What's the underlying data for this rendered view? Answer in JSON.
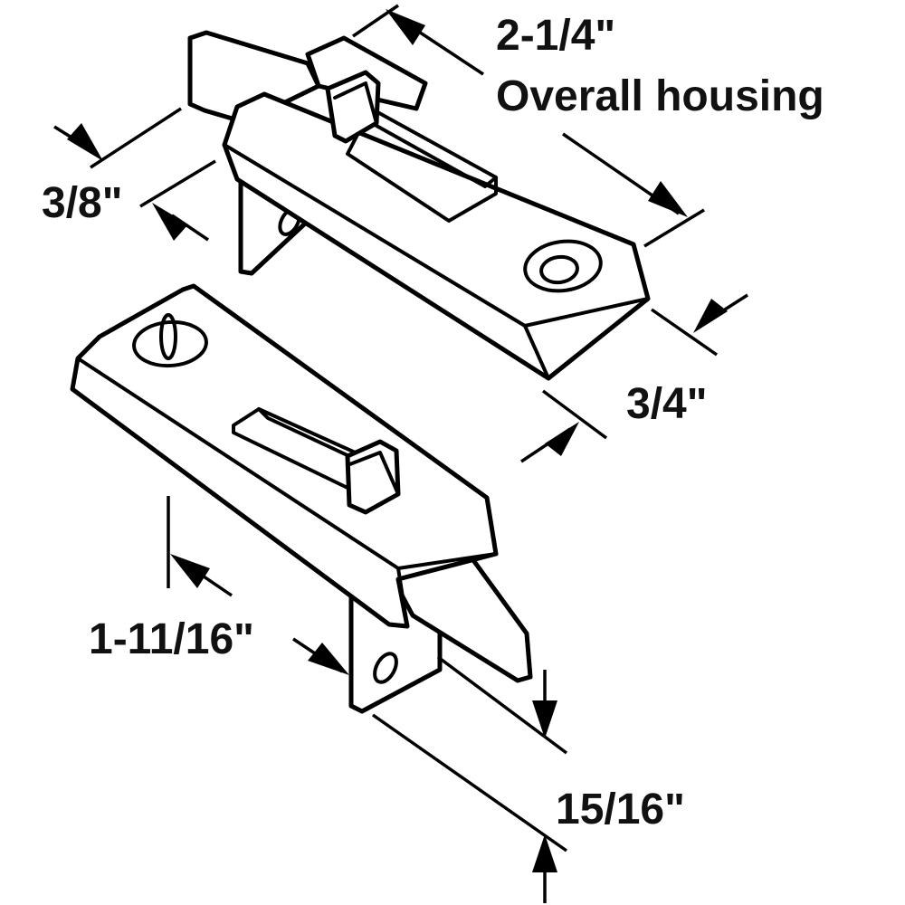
{
  "figure": {
    "colors": {
      "line": "#000000",
      "fill": "#ffffff",
      "text": "#111111"
    },
    "parts": [
      {
        "name": "upper-latch",
        "hardware": "window sash latch housing with slide tab"
      },
      {
        "name": "lower-latch",
        "hardware": "window sash latch housing with slide tab"
      }
    ]
  },
  "dimensions": {
    "housing_length": {
      "value": "2-1/4\"",
      "note": "Overall housing"
    },
    "thickness": {
      "value": "3/8\""
    },
    "width": {
      "value": "3/4\""
    },
    "bolt_length": {
      "value": "1-11/16\""
    },
    "bracket_height": {
      "value": "15/16\""
    }
  }
}
